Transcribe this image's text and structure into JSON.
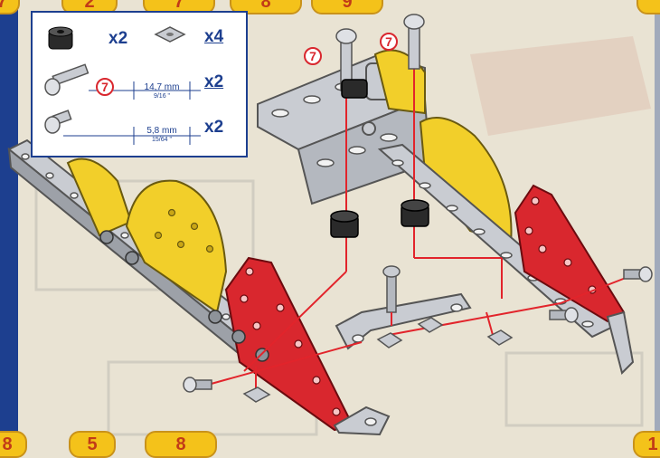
{
  "step_tabs_top": [
    "7",
    "2",
    "7",
    "8",
    "9"
  ],
  "step_tabs_bottom": [
    "8",
    "5",
    "8",
    "1"
  ],
  "parts": {
    "spacer_qty": "x2",
    "square_nut_qty": "x4",
    "long_bolt_ref": "7",
    "long_bolt_length": "14,7 mm",
    "long_bolt_length_in": "9/16 \"",
    "long_bolt_qty": "x2",
    "short_bolt_length": "5,8 mm",
    "short_bolt_length_in": "15/64 \"",
    "short_bolt_qty": "x2"
  },
  "callouts": {
    "left_bolt_ref": "7",
    "right_bolt_ref": "7"
  },
  "colors": {
    "frame_blue": "#1d3f8f",
    "plate_yellow": "#f2cf2a",
    "plate_red": "#d9272e",
    "strip_silver": "#c9ccd2",
    "guide_line_red": "#e2242b"
  }
}
